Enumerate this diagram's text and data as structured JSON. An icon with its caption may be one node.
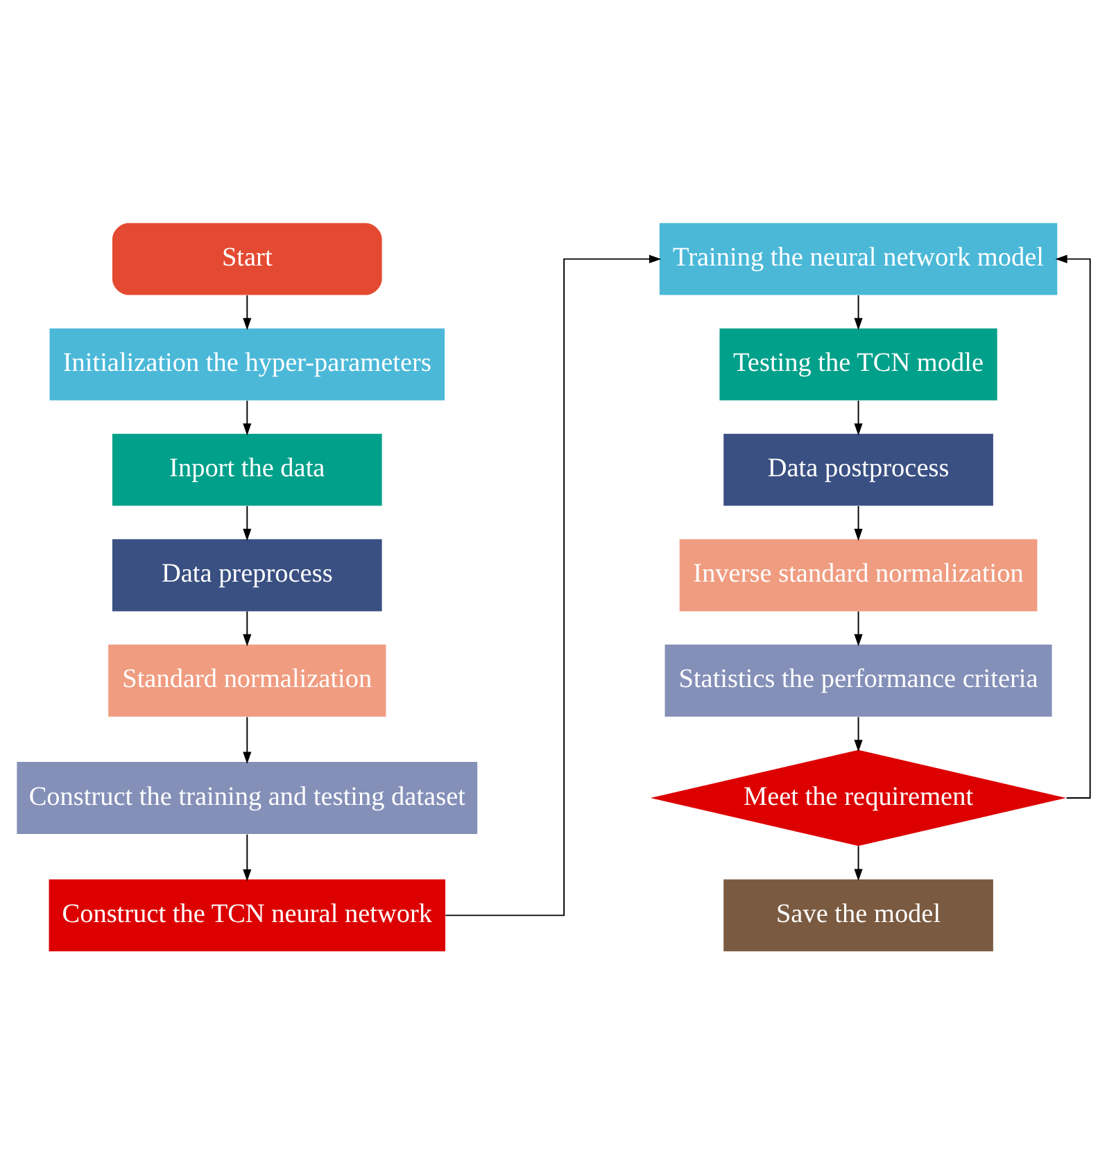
{
  "diagram": {
    "nodes": [
      {
        "text": [
          "Start"
        ]
      },
      {
        "text": [
          "Initialization the hyper-parameters"
        ]
      },
      {
        "text": [
          "Inport the data"
        ]
      },
      {
        "text": [
          "Data preprocess"
        ]
      },
      {
        "text": [
          "Standard normalization"
        ]
      },
      {
        "text": [
          "Construct the training and testing dataset"
        ]
      },
      {
        "text": [
          "Construct the TCN neural network"
        ]
      },
      {
        "text": [
          "Training the neural network model"
        ]
      },
      {
        "text": [
          "Testing the TCN modle"
        ]
      },
      {
        "text": [
          "Data postprocess"
        ]
      },
      {
        "text": [
          "Inverse standard normalization"
        ]
      },
      {
        "text": [
          "Statistics the performance criteria"
        ]
      },
      {
        "text": [
          "Meet the requirement"
        ]
      },
      {
        "text": [
          "Save the model"
        ]
      }
    ],
    "edges": [
      {
        "from": 0,
        "to": 1,
        "arrow": "to"
      },
      {
        "from": 1,
        "to": 2,
        "arrow": "to"
      },
      {
        "from": 2,
        "to": 3,
        "arrow": "to"
      },
      {
        "from": 3,
        "to": 4,
        "arrow": "to"
      },
      {
        "from": 4,
        "to": 5,
        "arrow": "to"
      },
      {
        "from": 5,
        "to": 6,
        "arrow": "to"
      },
      {
        "from": 6,
        "to": 7,
        "arrow": "to"
      },
      {
        "from": 7,
        "to": 8,
        "arrow": "to"
      },
      {
        "from": 8,
        "to": 9,
        "arrow": "to"
      },
      {
        "from": 9,
        "to": 10,
        "arrow": "to"
      },
      {
        "from": 10,
        "to": 11,
        "arrow": "to"
      },
      {
        "from": 11,
        "to": 12,
        "arrow": "to"
      },
      {
        "from": 12,
        "to": 13,
        "arrow": "to"
      },
      {
        "from": 12,
        "to": 7,
        "arrow": "to"
      }
    ]
  }
}
